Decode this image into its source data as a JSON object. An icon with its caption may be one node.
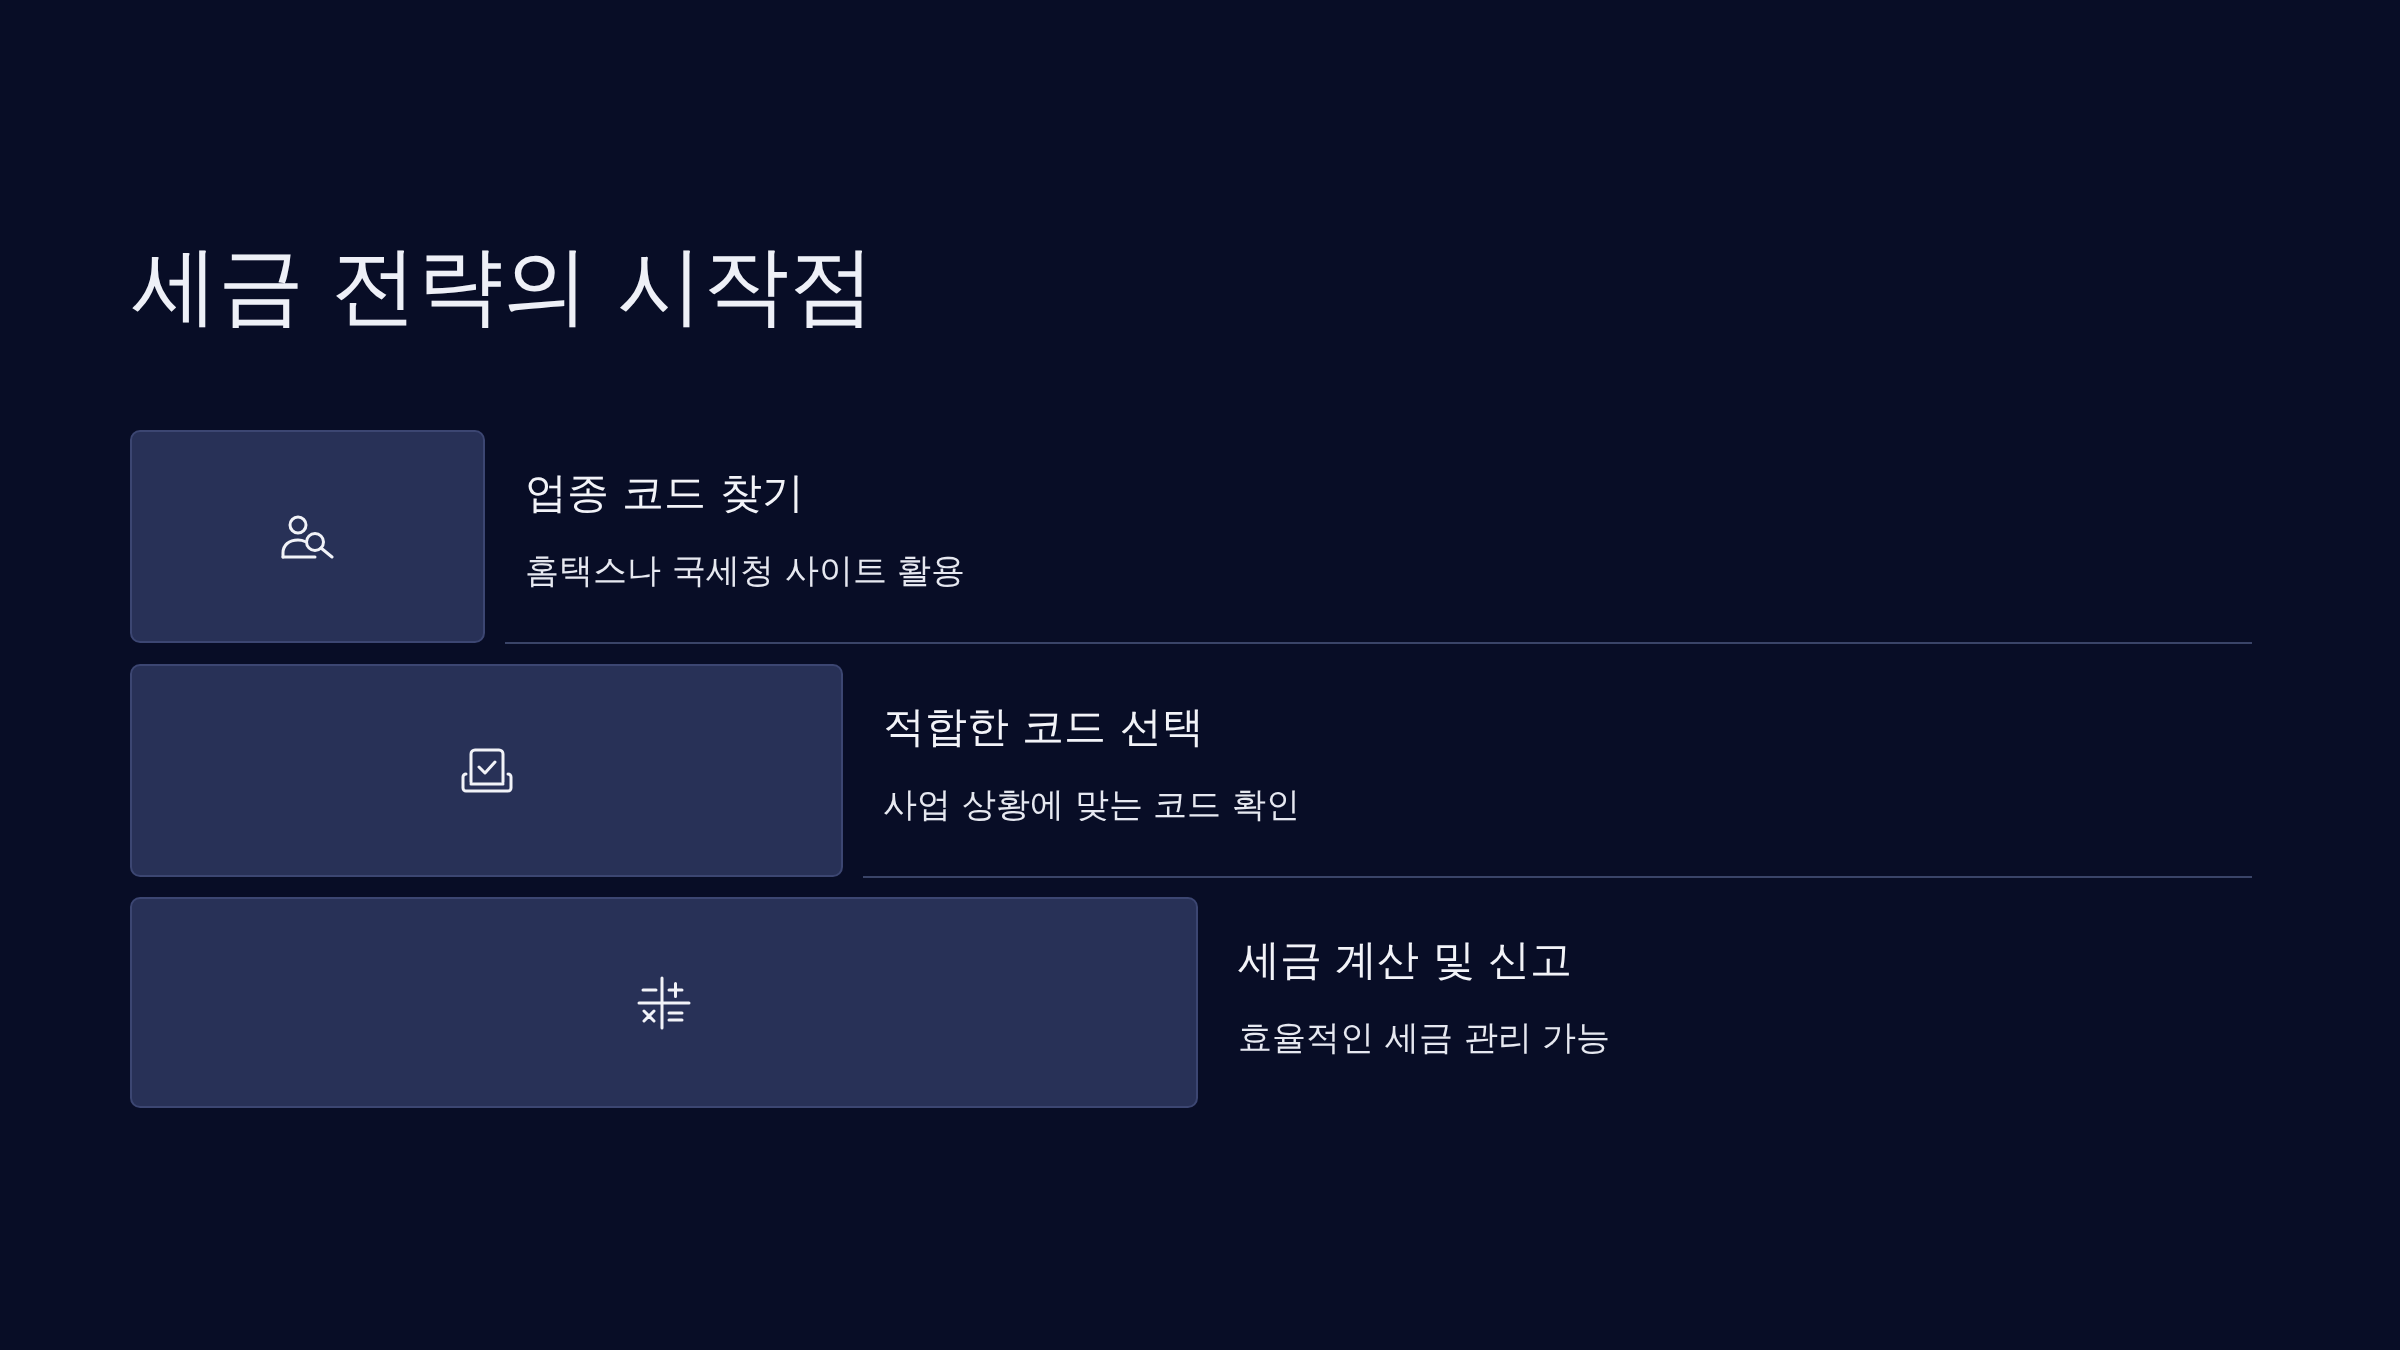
{
  "diagram": {
    "title": "세금 전략의 시작점",
    "nodes": [
      {
        "text": [
          "업종 코드 찾기",
          "홈택스나 국세청 사이트 활용"
        ]
      },
      {
        "text": [
          "적합한 코드 선택",
          "사업 상황에 맞는 코드 확인"
        ]
      },
      {
        "text": [
          "세금 계산 및 신고",
          "효율적인 세금 관리 가능"
        ]
      }
    ]
  }
}
